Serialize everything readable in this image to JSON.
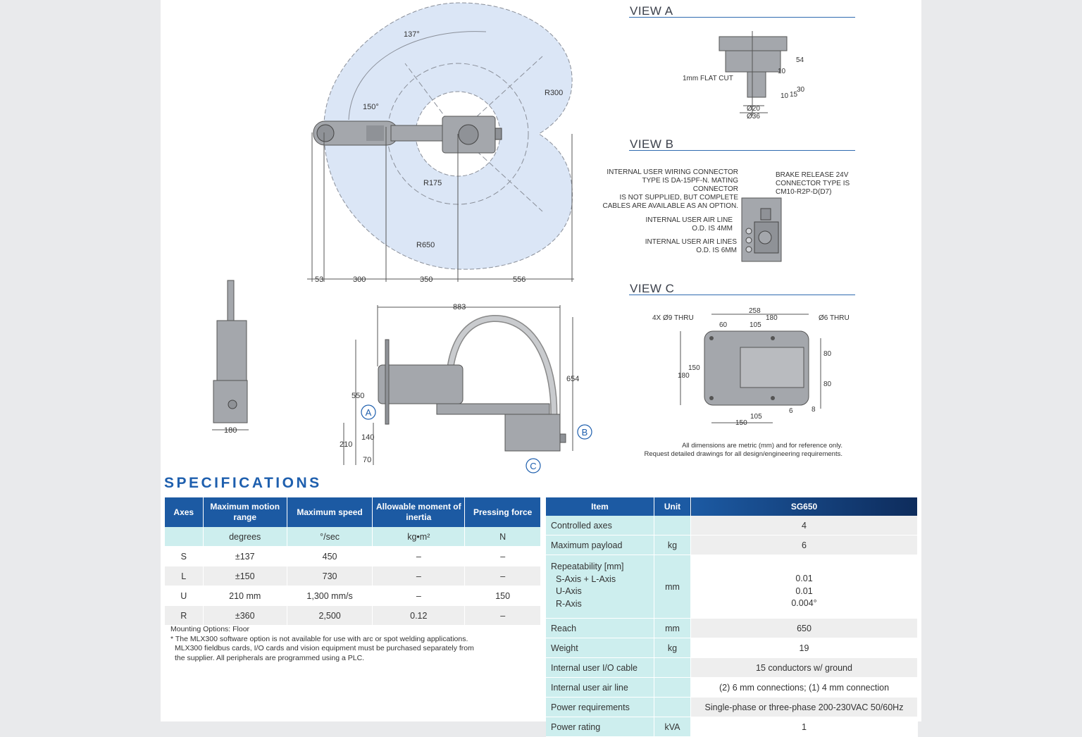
{
  "drawings": {
    "top_view": {
      "angle_label_outer": "137°",
      "angle_label_inner": "150°",
      "radius_outer": "R300",
      "radius_mid": "R175",
      "radius_reach": "R650",
      "dims": [
        "53",
        "300",
        "350",
        "556"
      ]
    },
    "end_view": {
      "width_dim": "180"
    },
    "side_view": {
      "overall_width": "883",
      "height_total": "654",
      "height_550": "550",
      "stroke_210": "210",
      "dim_140": "140",
      "dim_70": "70",
      "callouts": [
        "A",
        "B",
        "C"
      ]
    }
  },
  "view_a": {
    "title": "VIEW A",
    "flat_cut": "1mm FLAT CUT",
    "dims": {
      "d54": "54",
      "d10": "10",
      "d30": "30",
      "d10b": "10",
      "d15": "15",
      "dia20": "Ø20",
      "dia36": "Ø36"
    }
  },
  "view_b": {
    "title": "VIEW B",
    "wiring_note": [
      "INTERNAL USER WIRING CONNECTOR",
      "TYPE IS DA-15PF-N. MATING CONNECTOR",
      "IS NOT SUPPLIED, BUT COMPLETE",
      "CABLES ARE AVAILABLE AS AN OPTION."
    ],
    "brake_note": [
      "BRAKE RELEASE 24V",
      "CONNECTOR TYPE IS",
      "CM10-R2P-D(D7)"
    ],
    "air_4mm": [
      "INTERNAL USER AIR LINE",
      "O.D. IS 4MM"
    ],
    "air_6mm": [
      "INTERNAL USER AIR LINES",
      "O.D. IS 6MM"
    ]
  },
  "view_c": {
    "title": "VIEW C",
    "holes_left": "4X Ø9 THRU",
    "holes_right": "Ø6 THRU",
    "dims": {
      "d258": "258",
      "d180top": "180",
      "d60": "60",
      "d105top": "105",
      "d150left": "150",
      "d180left": "180",
      "d80a": "80",
      "d80b": "80",
      "d6": "6",
      "d8": "8",
      "d105bot": "105",
      "d150bot": "150"
    },
    "disclaimer": [
      "All dimensions are metric (mm) and for reference only.",
      "Request detailed drawings for all design/engineering requirements."
    ]
  },
  "specifications": {
    "title": "SPECIFICATIONS",
    "axes_table": {
      "headers": [
        "Axes",
        "Maximum motion range",
        "Maximum speed",
        "Allowable moment of inertia",
        "Pressing force"
      ],
      "units": [
        "",
        "degrees",
        "°/sec",
        "kg•m²",
        "N"
      ],
      "rows": [
        [
          "S",
          "±137",
          "450",
          "–",
          "–"
        ],
        [
          "L",
          "±150",
          "730",
          "–",
          "–"
        ],
        [
          "U",
          "210 mm",
          "1,300 mm/s",
          "–",
          "150"
        ],
        [
          "R",
          "±360",
          "2,500",
          "0.12",
          "–"
        ]
      ]
    },
    "footnotes": {
      "line1": "Mounting Options: Floor",
      "line2": "* The MLX300 software option is not available for use with arc or spot welding applications.",
      "line3": "MLX300 fieldbus cards, I/O cards and vision equipment must be purchased separately from",
      "line4": "the supplier. All peripherals are programmed using a PLC."
    },
    "model_table": {
      "headers": [
        "Item",
        "Unit",
        "SG650"
      ],
      "rows": [
        {
          "item": "Controlled axes",
          "unit": "",
          "value": "4"
        },
        {
          "item": "Maximum payload",
          "unit": "kg",
          "value": "6"
        },
        {
          "item": "Reach",
          "unit": "mm",
          "value": "650"
        },
        {
          "item": "Weight",
          "unit": "kg",
          "value": "19"
        },
        {
          "item": "Internal user I/O cable",
          "unit": "",
          "value": "15 conductors w/ ground"
        },
        {
          "item": "Internal user air line",
          "unit": "",
          "value": "(2) 6 mm connections; (1) 4 mm connection"
        },
        {
          "item": "Power requirements",
          "unit": "",
          "value": "Single-phase or three-phase 200-230VAC 50/60Hz"
        },
        {
          "item": "Power rating",
          "unit": "kVA",
          "value": "1"
        }
      ],
      "repeatability": {
        "label": "Repeatability [mm]",
        "sub": [
          "S-Axis + L-Axis",
          "U-Axis",
          "R-Axis"
        ],
        "unit": "mm",
        "values": [
          "0.01",
          "0.01",
          "0.004°"
        ]
      }
    }
  }
}
